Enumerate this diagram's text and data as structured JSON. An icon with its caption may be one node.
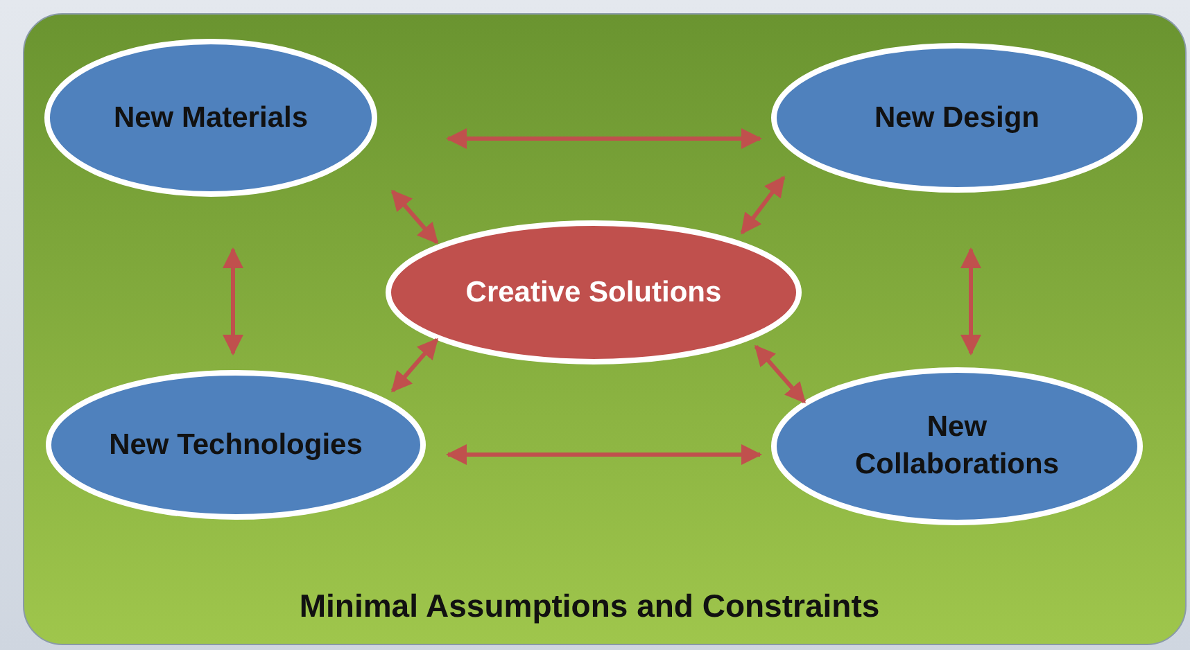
{
  "diagram": {
    "nodes": [
      {
        "text": [
          "Minimal Assumptions and Constraints"
        ]
      },
      {
        "text": [
          "New Materials"
        ],
        "in": 0
      },
      {
        "text": [
          "New Design"
        ],
        "in": 0
      },
      {
        "text": [
          "Creative Solutions"
        ],
        "in": 0
      },
      {
        "text": [
          "New Technologies"
        ],
        "in": 0
      },
      {
        "text": [
          "New Collaborations"
        ],
        "in": 0
      }
    ],
    "edges": [
      {
        "from": 1,
        "to": 2,
        "arrow": "both"
      },
      {
        "from": 1,
        "to": 3,
        "arrow": "both"
      },
      {
        "from": 2,
        "to": 3,
        "arrow": "both"
      },
      {
        "from": 1,
        "to": 4,
        "arrow": "both"
      },
      {
        "from": 2,
        "to": 5,
        "arrow": "both"
      },
      {
        "from": 3,
        "to": 4,
        "arrow": "both"
      },
      {
        "from": 3,
        "to": 5,
        "arrow": "both"
      },
      {
        "from": 4,
        "to": 5,
        "arrow": "both"
      }
    ]
  }
}
